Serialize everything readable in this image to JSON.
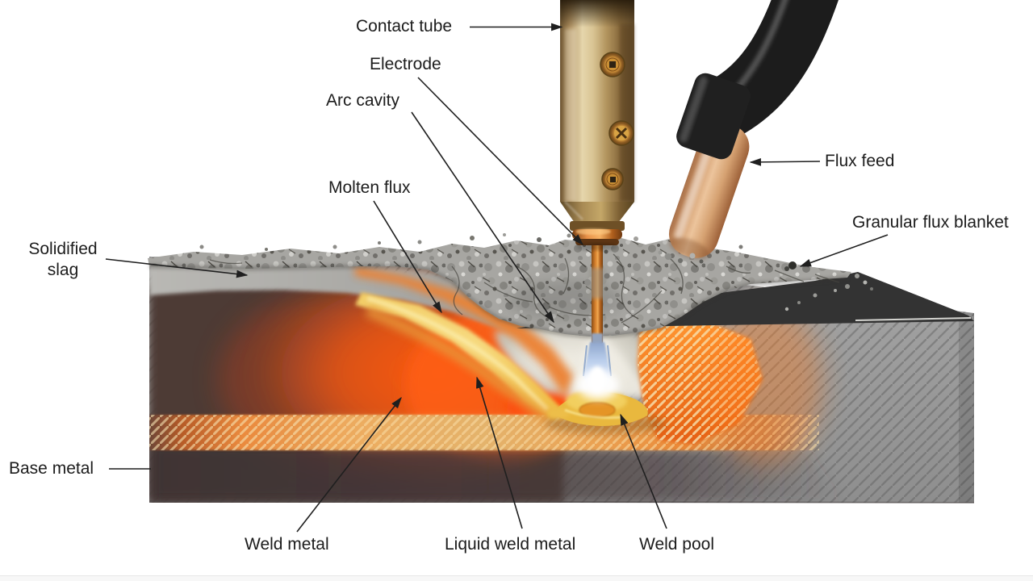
{
  "figure": {
    "labels": {
      "contact_tube": "Contact tube",
      "electrode": "Electrode",
      "arc_cavity": "Arc cavity",
      "molten_flux": "Molten flux",
      "flux_feed": "Flux feed",
      "granular_flux_blanket": "Granular flux blanket",
      "solidified_slag": "Solidified slag",
      "base_metal": "Base metal",
      "weld_metal": "Weld metal",
      "liquid_weld_metal": "Liquid weld metal",
      "weld_pool": "Weld pool"
    },
    "colors": {
      "label_text": "#1c1c1c",
      "torch_brass": "#c9b284",
      "nozzle_copper": "#e89148",
      "electrode_copper": "#d8822e",
      "cable_black": "#1c1c1c",
      "flux_hose_tan": "#d9a873",
      "granular_flux_gray": "#a7a6a2",
      "base_metal_gray": "#9b9b9b",
      "slag_gray": "#aeada9",
      "hot_metal_orange": "#ff5a10",
      "molten_flux_gold": "#f2cd66",
      "weld_pool_gold": "#e9b83e",
      "arc_blue": "#b9cdeb",
      "cooled_weld_maroon": "#4e3a35"
    }
  }
}
